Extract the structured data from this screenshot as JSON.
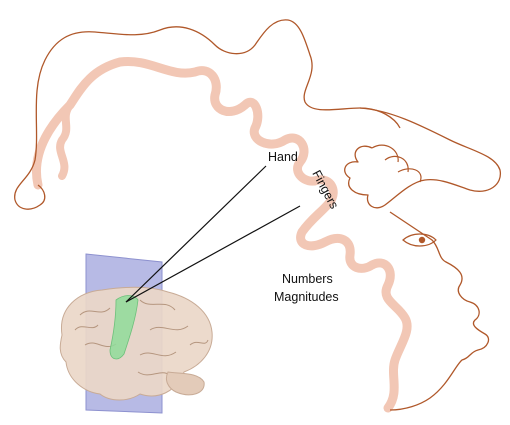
{
  "labels": {
    "hand": "Hand",
    "fingers": "Fingers",
    "numbers": "Numbers",
    "magnitudes": "Magnitudes"
  },
  "colors": {
    "outline": "#b0582a",
    "cortex_band": "#f2c7b5",
    "leader_lines": "#111111",
    "section_plane": "#9fa3dc",
    "highlight_region": "#8fdc9a",
    "brain_fill": "#ead7c8"
  },
  "icons": {
    "homunculus": "sensory-homunculus-figure",
    "brain": "brain-illustration",
    "plane": "coronal-section-plane"
  }
}
